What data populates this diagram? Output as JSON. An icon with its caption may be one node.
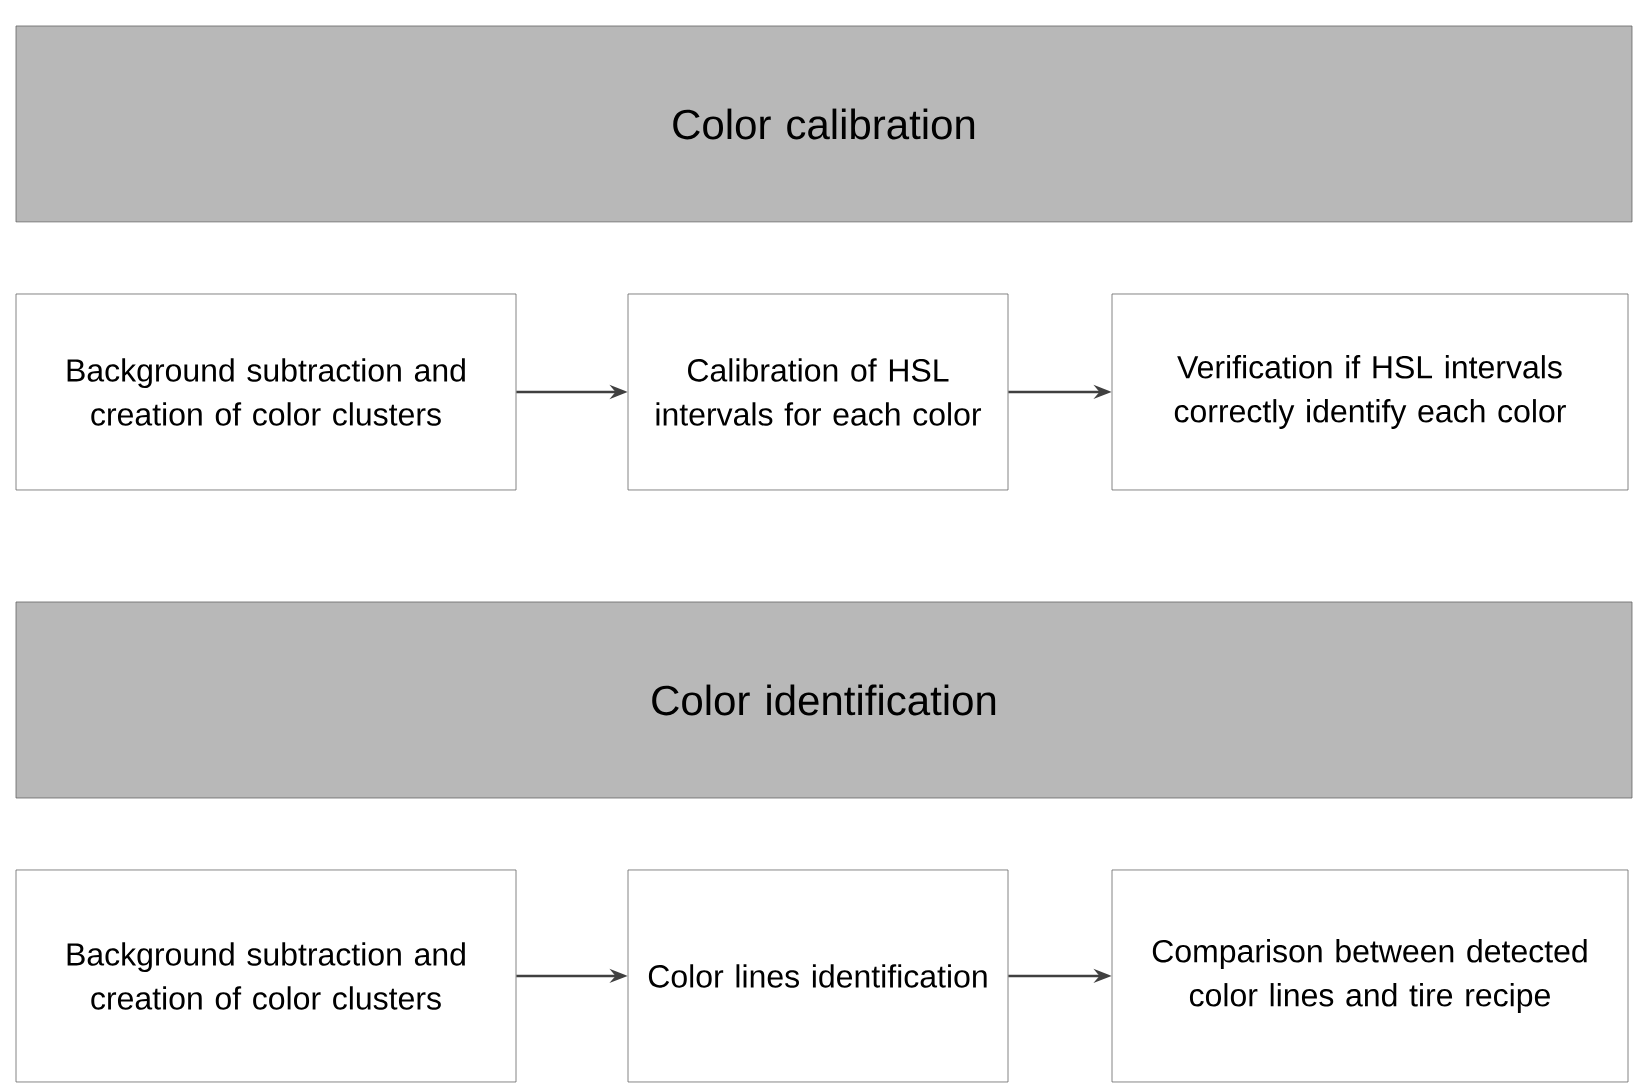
{
  "diagram": {
    "nodes": [
      {
        "text": [
          "Color calibration"
        ]
      },
      {
        "text": [
          "Background subtraction and creation of color clusters"
        ]
      },
      {
        "text": [
          "Calibration of HSL intervals for each color"
        ]
      },
      {
        "text": [
          "Verification if HSL intervals correctly identify each color"
        ]
      },
      {
        "text": [
          "Color identification"
        ]
      },
      {
        "text": [
          "Background subtraction and creation of color clusters"
        ]
      },
      {
        "text": [
          "Color lines identification"
        ]
      },
      {
        "text": [
          "Comparison between detected color lines and tire recipe"
        ]
      }
    ],
    "edges": [
      {
        "from": 1,
        "to": 2,
        "arrow": "to"
      },
      {
        "from": 2,
        "to": 3,
        "arrow": "to"
      },
      {
        "from": 5,
        "to": 6,
        "arrow": "to"
      },
      {
        "from": 6,
        "to": 7,
        "arrow": "to"
      }
    ]
  }
}
